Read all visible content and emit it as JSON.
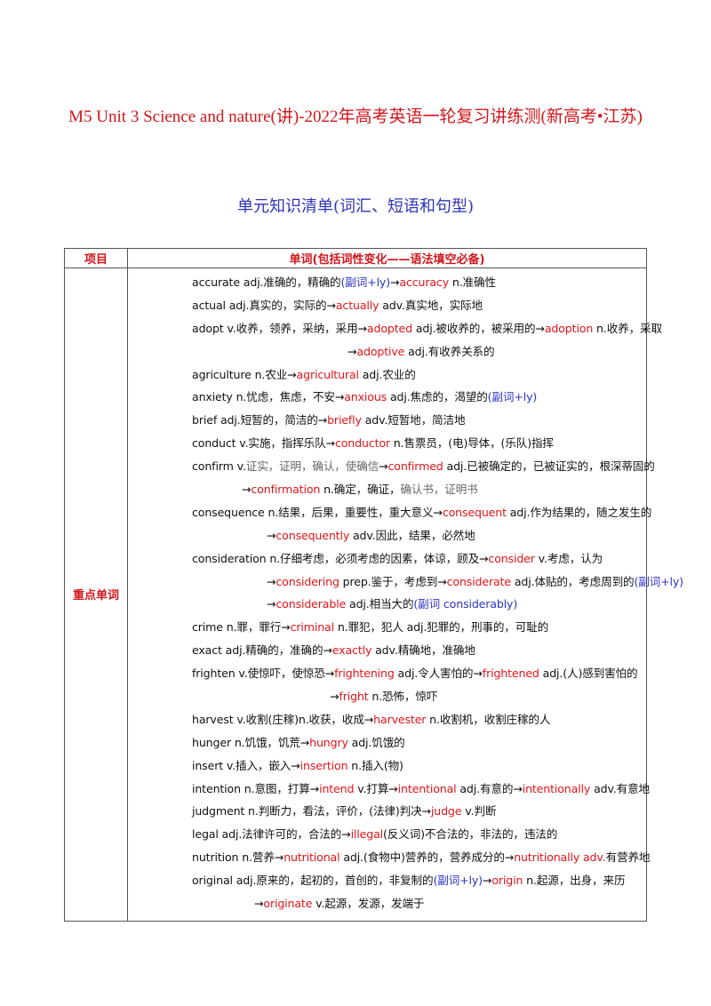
{
  "title": "M5 Unit 3 Science and nature(讲)-2022年高考英语一轮复习讲练测(新高考•江苏)",
  "subtitle": "单元知识清单(词汇、短语和句型)",
  "table": {
    "header": {
      "col1": "项目",
      "col2": "单词(包括词性变化——语法填空必备)"
    },
    "category": "重点单词",
    "lines": [
      {
        "indent": 0,
        "segments": [
          {
            "t": "accurate adj.准确的，精确的"
          },
          {
            "t": "(副词+ly)",
            "c": "blue"
          },
          {
            "t": "→"
          },
          {
            "t": "accuracy",
            "c": "red"
          },
          {
            "t": "  n.准确性"
          }
        ]
      },
      {
        "indent": 0,
        "segments": [
          {
            "t": "actual adj.真实的，实际的→"
          },
          {
            "t": "actually",
            "c": "red"
          },
          {
            "t": "  adv.真实地，实际地"
          }
        ]
      },
      {
        "indent": 0,
        "segments": [
          {
            "t": "adopt v.收养，领养，采纳，采用→"
          },
          {
            "t": "adopted",
            "c": "red"
          },
          {
            "t": "  adj.被收养的，被采用的→"
          },
          {
            "t": "adoption",
            "c": "red"
          },
          {
            "t": "  n.收养，采取"
          }
        ]
      },
      {
        "indent": 175,
        "segments": [
          {
            "t": "→"
          },
          {
            "t": "adoptive",
            "c": "red"
          },
          {
            "t": "  adj.有收养关系的"
          }
        ]
      },
      {
        "indent": 0,
        "segments": [
          {
            "t": "agriculture n.农业→"
          },
          {
            "t": "agricultural",
            "c": "red"
          },
          {
            "t": "  adj.农业的"
          }
        ]
      },
      {
        "indent": 0,
        "segments": [
          {
            "t": "anxiety n.忧虑，焦虑，不安→"
          },
          {
            "t": "anxious",
            "c": "red"
          },
          {
            "t": "  adj.焦虑的，渴望的"
          },
          {
            "t": "(副词+ly)",
            "c": "blue"
          }
        ]
      },
      {
        "indent": 0,
        "segments": [
          {
            "t": "brief adj.短暂的，简洁的→"
          },
          {
            "t": "briefly",
            "c": "red"
          },
          {
            "t": "  adv.短暂地，简洁地"
          }
        ]
      },
      {
        "indent": 0,
        "segments": [
          {
            "t": "conduct v.实施，指挥乐队→"
          },
          {
            "t": "conductor",
            "c": "red"
          },
          {
            "t": "  n.售票员，(电)导体，(乐队)指挥"
          }
        ]
      },
      {
        "indent": 0,
        "segments": [
          {
            "t": "confirm  v."
          },
          {
            "t": "证实，证明，确认，使确信",
            "c": "gray"
          },
          {
            "t": "→"
          },
          {
            "t": "confirmed",
            "c": "red"
          },
          {
            "t": "  adj.已被确定的，已被证实的，根深蒂固的"
          }
        ]
      },
      {
        "indent": 56,
        "segments": [
          {
            "t": "→"
          },
          {
            "t": "confirmation",
            "c": "red"
          },
          {
            "t": "  n.确定，确证，"
          },
          {
            "t": "确认书，证明书",
            "c": "gray"
          }
        ]
      },
      {
        "indent": 0,
        "segments": [
          {
            "t": "consequence n.结果，后果，重要性，重大意义→"
          },
          {
            "t": "consequent",
            "c": "red"
          },
          {
            "t": "  adj.作为结果的，随之发生的"
          }
        ]
      },
      {
        "indent": 84,
        "segments": [
          {
            "t": "→"
          },
          {
            "t": "consequently",
            "c": "red"
          },
          {
            "t": "  adv.因此，结果，必然地"
          }
        ]
      },
      {
        "indent": 0,
        "segments": [
          {
            "t": "consideration n.仔细考虑，必须考虑的因素，体谅，顾及→"
          },
          {
            "t": "consider",
            "c": "red"
          },
          {
            "t": "  v.考虑，认为"
          }
        ]
      },
      {
        "indent": 84,
        "segments": [
          {
            "t": "→"
          },
          {
            "t": "considering",
            "c": "red"
          },
          {
            "t": "  prep.鉴于，考虑到→"
          },
          {
            "t": "considerate",
            "c": "red"
          },
          {
            "t": "  adj.体贴的，考虑周到的"
          },
          {
            "t": "(副词+ly)",
            "c": "blue"
          }
        ]
      },
      {
        "indent": 84,
        "segments": [
          {
            "t": "→"
          },
          {
            "t": "considerable",
            "c": "red"
          },
          {
            "t": "  adj.相当大的"
          },
          {
            "t": "(副词 considerably)",
            "c": "blue"
          }
        ]
      },
      {
        "indent": 0,
        "segments": [
          {
            "t": "crime n.罪，罪行→"
          },
          {
            "t": "criminal",
            "c": "red"
          },
          {
            "t": "  n.罪犯，犯人  adj.犯罪的，刑事的，可耻的"
          }
        ]
      },
      {
        "indent": 0,
        "segments": [
          {
            "t": "exact adj.精确的，准确的→"
          },
          {
            "t": "exactly",
            "c": "red"
          },
          {
            "t": "  adv.精确地，准确地"
          }
        ]
      },
      {
        "indent": 0,
        "segments": [
          {
            "t": "frighten v.使惊吓，使惊恐→"
          },
          {
            "t": "frightening",
            "c": "red"
          },
          {
            "t": "  adj.令人害怕的→"
          },
          {
            "t": "frightened",
            "c": "red"
          },
          {
            "t": "  adj.(人)感到害怕的"
          }
        ]
      },
      {
        "indent": 155,
        "segments": [
          {
            "t": "→"
          },
          {
            "t": "fright",
            "c": "red"
          },
          {
            "t": "  n.恐怖，惊吓"
          }
        ]
      },
      {
        "indent": 0,
        "segments": [
          {
            "t": "harvest v.收割(庄稼)n.收获，收成→"
          },
          {
            "t": "harvester",
            "c": "red"
          },
          {
            "t": "  n.收割机，收割庄稼的人"
          }
        ]
      },
      {
        "indent": 0,
        "segments": [
          {
            "t": "hunger n.饥饿，饥荒→"
          },
          {
            "t": "hungry",
            "c": "red"
          },
          {
            "t": "  adj.饥饿的"
          }
        ]
      },
      {
        "indent": 0,
        "segments": [
          {
            "t": "insert v.插入，嵌入→"
          },
          {
            "t": "insertion",
            "c": "red"
          },
          {
            "t": "  n.插入(物)"
          }
        ]
      },
      {
        "indent": 0,
        "segments": [
          {
            "t": "intention n.意图，打算→"
          },
          {
            "t": "intend",
            "c": "red"
          },
          {
            "t": "  v.打算→"
          },
          {
            "t": "intentional",
            "c": "red"
          },
          {
            "t": "  adj.有意的→"
          },
          {
            "t": "intentionally",
            "c": "red"
          },
          {
            "t": "  adv.有意地"
          }
        ]
      },
      {
        "indent": 0,
        "segments": [
          {
            "t": "judgment n.判断力，看法，评价，(法律)判决→"
          },
          {
            "t": "judge",
            "c": "red"
          },
          {
            "t": "  v.判断"
          }
        ]
      },
      {
        "indent": 0,
        "segments": [
          {
            "t": "legal adj.法律许可的，合法的→"
          },
          {
            "t": "illegal",
            "c": "red"
          },
          {
            "t": "(反义词)不合法的，非法的，违法的"
          }
        ]
      },
      {
        "indent": 0,
        "segments": [
          {
            "t": "nutrition n.营养→"
          },
          {
            "t": "nutritional",
            "c": "red"
          },
          {
            "t": "  adj.(食物中)营养的，营养成分的→"
          },
          {
            "t": "nutritionally adv.",
            "c": "red"
          },
          {
            "t": "有营养地"
          }
        ]
      },
      {
        "indent": 0,
        "segments": [
          {
            "t": "original adj.原来的，起初的，首创的，非复制的"
          },
          {
            "t": "(副词+ly)",
            "c": "blue"
          },
          {
            "t": "→"
          },
          {
            "t": "origin",
            "c": "red"
          },
          {
            "t": "  n.起源，出身，来历"
          }
        ]
      },
      {
        "indent": 70,
        "segments": [
          {
            "t": "→"
          },
          {
            "t": "originate",
            "c": "red"
          },
          {
            "t": "  v.起源，发源，发端于"
          }
        ]
      }
    ]
  }
}
